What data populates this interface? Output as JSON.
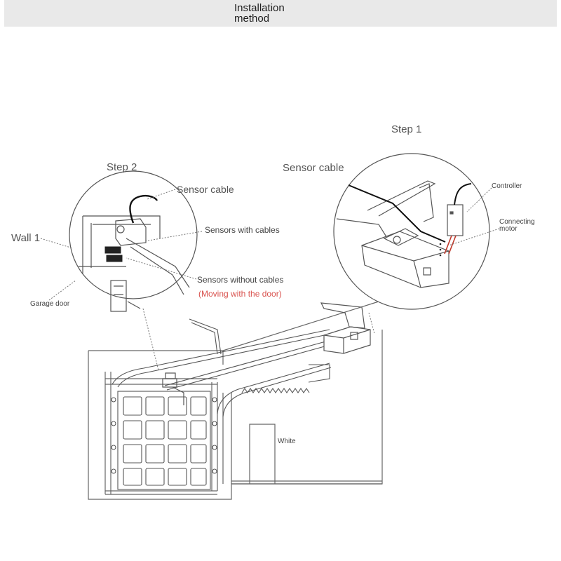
{
  "header": {
    "title": "Installation method"
  },
  "labels": {
    "step1": "Step 1",
    "step2": "Step 2",
    "sensor_cable_left": "Sensor cable",
    "sensor_cable_right": "Sensor cable",
    "sensors_with_cables": "Sensors with cables",
    "sensors_without_cables": "Sensors without cables",
    "moving_note": "(Moving with the door)",
    "wall": "Wall 1",
    "garage_door": "Garage door",
    "controller": "Controller",
    "connecting_motor": "Connecting motor",
    "white": "White"
  },
  "colors": {
    "line": "#555555",
    "cable": "#111111",
    "note_red": "#d9534f",
    "header_bg": "#e9e9e9"
  }
}
